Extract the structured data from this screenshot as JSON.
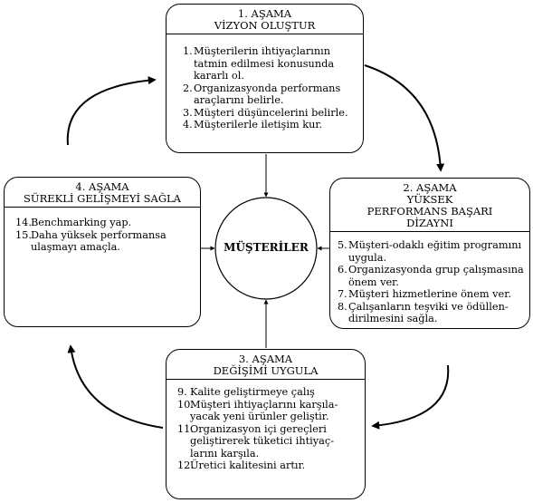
{
  "center": {
    "label": "MÜŞTERİLER"
  },
  "stages": [
    {
      "title": "1. AŞAMA",
      "subtitle": "VİZYON OLUŞTUR",
      "items": [
        {
          "num": "1.",
          "text": "Müşterilerin ihtiyaçlarının tatmin edilmesi konusunda kararlı ol."
        },
        {
          "num": "2.",
          "text": "Organizasyonda performans araçlarını belirle."
        },
        {
          "num": "3.",
          "text": "Müşteri düşüncelerini belirle."
        },
        {
          "num": "4.",
          "text": "Müşterilerle iletişim kur."
        }
      ]
    },
    {
      "title": "2. AŞAMA",
      "subtitle": "YÜKSEK PERFORMANS BAŞARI DİZAYNI",
      "items": [
        {
          "num": "5.",
          "text": "Müşteri-odaklı eğitim programını uygula."
        },
        {
          "num": "6.",
          "text": "Organizasyonda grup çalışmasına önem ver."
        },
        {
          "num": "7.",
          "text": "Müşteri hizmetlerine önem ver."
        },
        {
          "num": "8.",
          "text": "Çalışanların teşviki ve ödüllen-dirilmesini sağla."
        }
      ]
    },
    {
      "title": "3. AŞAMA",
      "subtitle": "DEĞİŞİMİ UYGULA",
      "items": [
        {
          "num": "9.",
          "text": "Kalite geliştirmeye çalış"
        },
        {
          "num": "10.",
          "text": "Müşteri ihtiyaçlarını karşıla-yacak yeni ürünler geliştir."
        },
        {
          "num": "11.",
          "text": "Organizasyon içi gereçleri geliştirerek tüketici ihtiyaç-larını karşıla."
        },
        {
          "num": "12.",
          "text": "Üretici kalitesini artır."
        }
      ]
    },
    {
      "title": "4. AŞAMA",
      "subtitle": "SÜREKLİ GELİŞMEYİ SAĞLA",
      "items": [
        {
          "num": "14.",
          "text": "Benchmarking yap."
        },
        {
          "num": "15.",
          "text": "Daha yüksek performansa ulaşmayı amaçla."
        }
      ]
    }
  ]
}
